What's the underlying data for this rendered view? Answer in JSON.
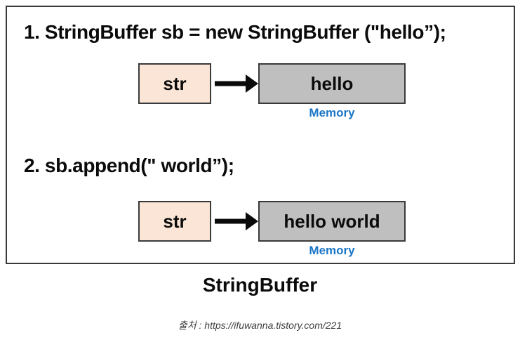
{
  "diagram": {
    "steps": [
      {
        "code": "1. StringBuffer sb = new StringBuffer (\"hello”);",
        "var_label": "str",
        "memory_value": "hello",
        "memory_label": "Memory"
      },
      {
        "code": "2. sb.append(\" world”);",
        "var_label": "str",
        "memory_value": "hello world",
        "memory_label": "Memory"
      }
    ],
    "title": "StringBuffer",
    "source": "출처 : https://ifuwanna.tistory.com/221"
  },
  "colors": {
    "var_box_bg": "#fbe5d6",
    "memory_box_bg": "#bfbfbf",
    "box_border": "#3a3a3a",
    "memory_label_text": "#1b76c6",
    "code_text": "#0b0b0b",
    "source_text": "#3d3d3d",
    "frame_border": "#3a3a3a",
    "arrow": "#0a0a0a"
  }
}
